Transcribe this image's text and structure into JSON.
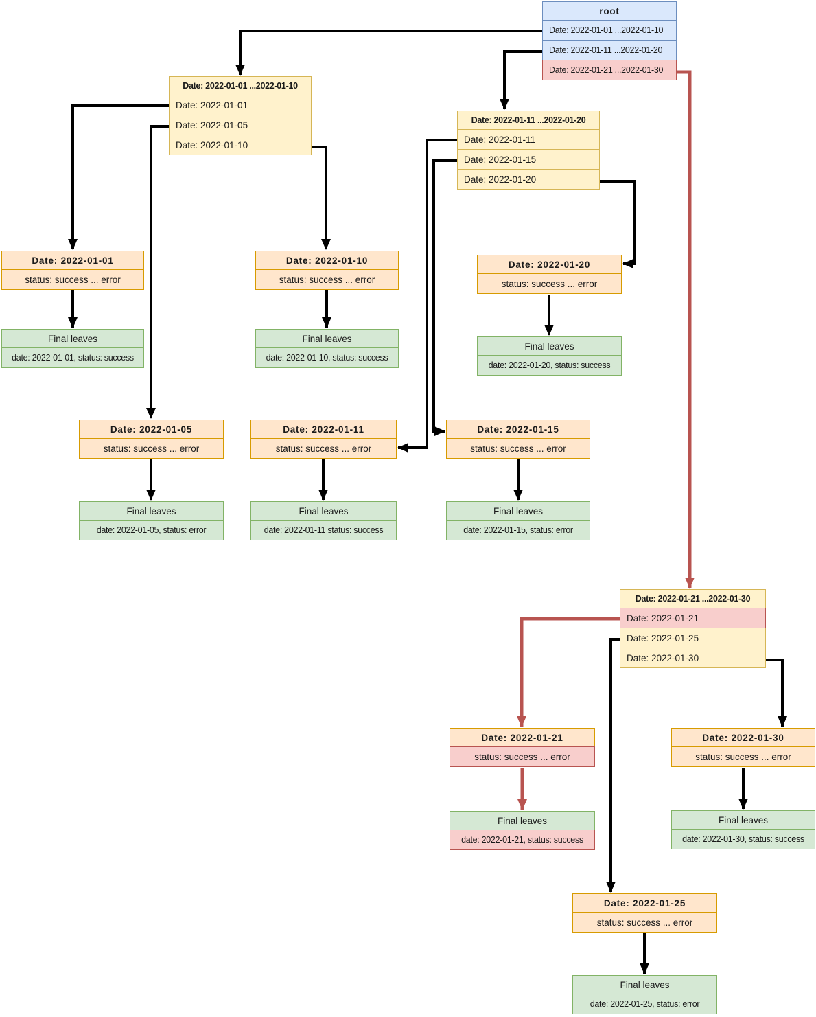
{
  "palette": {
    "blue_fill": "#dae8fc",
    "blue_stroke": "#6c8ebf",
    "yellow_fill": "#fff2cc",
    "yellow_stroke": "#d6b656",
    "orange_fill": "#ffe6cc",
    "orange_stroke": "#d79b00",
    "green_fill": "#d5e8d4",
    "green_stroke": "#82b366",
    "red_fill": "#f8cecc",
    "red_stroke": "#b85450",
    "edge_black": "#000000",
    "edge_red": "#b85450"
  },
  "nodes": {
    "root": {
      "title": "root",
      "rows": [
        "Date: 2022-01-01 ...2022-01-10",
        "Date: 2022-01-11 ...2022-01-20",
        "Date: 2022-01-21 ...2022-01-30"
      ]
    },
    "range_jan01_jan10": {
      "title": "Date: 2022-01-01 ...2022-01-10",
      "rows": [
        "Date: 2022-01-01",
        "Date: 2022-01-05",
        "Date: 2022-01-10"
      ]
    },
    "range_jan11_jan20": {
      "title": "Date: 2022-01-11 ...2022-01-20",
      "rows": [
        "Date: 2022-01-11",
        "Date: 2022-01-15",
        "Date: 2022-01-20"
      ]
    },
    "range_jan21_jan30": {
      "title": "Date: 2022-01-21 ...2022-01-30",
      "rows": [
        "Date: 2022-01-21",
        "Date: 2022-01-25",
        "Date: 2022-01-30"
      ]
    },
    "date_jan01": {
      "title": "Date: 2022-01-01",
      "rows": [
        "status: success ... error"
      ]
    },
    "date_jan05": {
      "title": "Date: 2022-01-05",
      "rows": [
        "status: success ... error"
      ]
    },
    "date_jan10": {
      "title": "Date: 2022-01-10",
      "rows": [
        "status: success ... error"
      ]
    },
    "date_jan11": {
      "title": "Date: 2022-01-11",
      "rows": [
        "status: success ... error"
      ]
    },
    "date_jan15": {
      "title": "Date: 2022-01-15",
      "rows": [
        "status: success ... error"
      ]
    },
    "date_jan20": {
      "title": "Date: 2022-01-20",
      "rows": [
        "status: success ... error"
      ]
    },
    "date_jan21": {
      "title": "Date: 2022-01-21",
      "rows": [
        "status: success ... error"
      ]
    },
    "date_jan25": {
      "title": "Date: 2022-01-25",
      "rows": [
        "status: success ... error"
      ]
    },
    "date_jan30": {
      "title": "Date: 2022-01-30",
      "rows": [
        "status: success ... error"
      ]
    },
    "leaf_jan01": {
      "title": "Final leaves",
      "rows": [
        "date: 2022-01-01, status: success"
      ]
    },
    "leaf_jan05": {
      "title": "Final leaves",
      "rows": [
        "date: 2022-01-05, status: error"
      ]
    },
    "leaf_jan10": {
      "title": "Final leaves",
      "rows": [
        "date: 2022-01-10, status: success"
      ]
    },
    "leaf_jan11": {
      "title": "Final leaves",
      "rows": [
        "date: 2022-01-11 status: success"
      ]
    },
    "leaf_jan15": {
      "title": "Final leaves",
      "rows": [
        "date: 2022-01-15, status: error"
      ]
    },
    "leaf_jan20": {
      "title": "Final leaves",
      "rows": [
        "date: 2022-01-20, status: success"
      ]
    },
    "leaf_jan21": {
      "title": "Final leaves",
      "rows": [
        "date: 2022-01-21, status: success"
      ]
    },
    "leaf_jan25": {
      "title": "Final leaves",
      "rows": [
        "date: 2022-01-25, status: error"
      ]
    },
    "leaf_jan30": {
      "title": "Final leaves",
      "rows": [
        "date: 2022-01-30, status: success"
      ]
    }
  },
  "edges": [
    {
      "from": "root.row0",
      "to": "range_jan01_jan10",
      "color": "black"
    },
    {
      "from": "root.row1",
      "to": "range_jan11_jan20",
      "color": "black"
    },
    {
      "from": "root.row2",
      "to": "range_jan21_jan30",
      "color": "red"
    },
    {
      "from": "range_jan01_jan10.row0",
      "to": "date_jan01",
      "color": "black"
    },
    {
      "from": "range_jan01_jan10.row1",
      "to": "date_jan05",
      "color": "black"
    },
    {
      "from": "range_jan01_jan10.row2",
      "to": "date_jan10",
      "color": "black"
    },
    {
      "from": "range_jan11_jan20.row0",
      "to": "date_jan11",
      "color": "black"
    },
    {
      "from": "range_jan11_jan20.row1",
      "to": "date_jan15",
      "color": "black"
    },
    {
      "from": "range_jan11_jan20.row2",
      "to": "date_jan20",
      "color": "black"
    },
    {
      "from": "range_jan21_jan30.row0",
      "to": "date_jan21",
      "color": "red"
    },
    {
      "from": "range_jan21_jan30.row1",
      "to": "date_jan25",
      "color": "black"
    },
    {
      "from": "range_jan21_jan30.row2",
      "to": "date_jan30",
      "color": "black"
    },
    {
      "from": "date_jan01",
      "to": "leaf_jan01",
      "color": "black"
    },
    {
      "from": "date_jan05",
      "to": "leaf_jan05",
      "color": "black"
    },
    {
      "from": "date_jan10",
      "to": "leaf_jan10",
      "color": "black"
    },
    {
      "from": "date_jan11",
      "to": "leaf_jan11",
      "color": "black"
    },
    {
      "from": "date_jan15",
      "to": "leaf_jan15",
      "color": "black"
    },
    {
      "from": "date_jan20",
      "to": "leaf_jan20",
      "color": "black"
    },
    {
      "from": "date_jan21",
      "to": "leaf_jan21",
      "color": "red"
    },
    {
      "from": "date_jan25",
      "to": "leaf_jan25",
      "color": "black"
    },
    {
      "from": "date_jan30",
      "to": "leaf_jan30",
      "color": "black"
    }
  ]
}
